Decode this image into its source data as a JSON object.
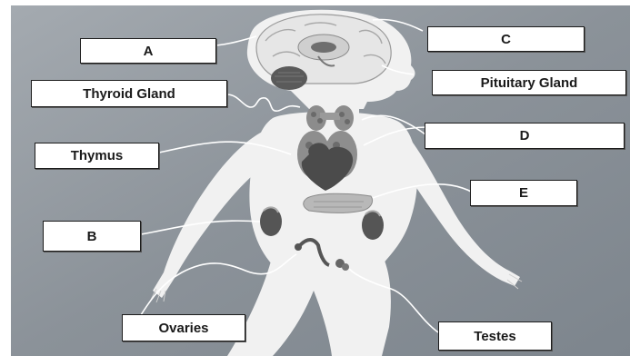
{
  "diagram": {
    "labels": {
      "a": "A",
      "c": "C",
      "thyroid": "Thyroid Gland",
      "pituitary": "Pituitary Gland",
      "thymus": "Thymus",
      "d": "D",
      "e": "E",
      "b": "B",
      "ovaries": "Ovaries",
      "testes": "Testes"
    },
    "colors": {
      "background": "#8a9198",
      "body": "#f2f2f2",
      "brain": "#e8e8e8",
      "organ_dark": "#555555",
      "leader_line": "#ffffff"
    }
  }
}
